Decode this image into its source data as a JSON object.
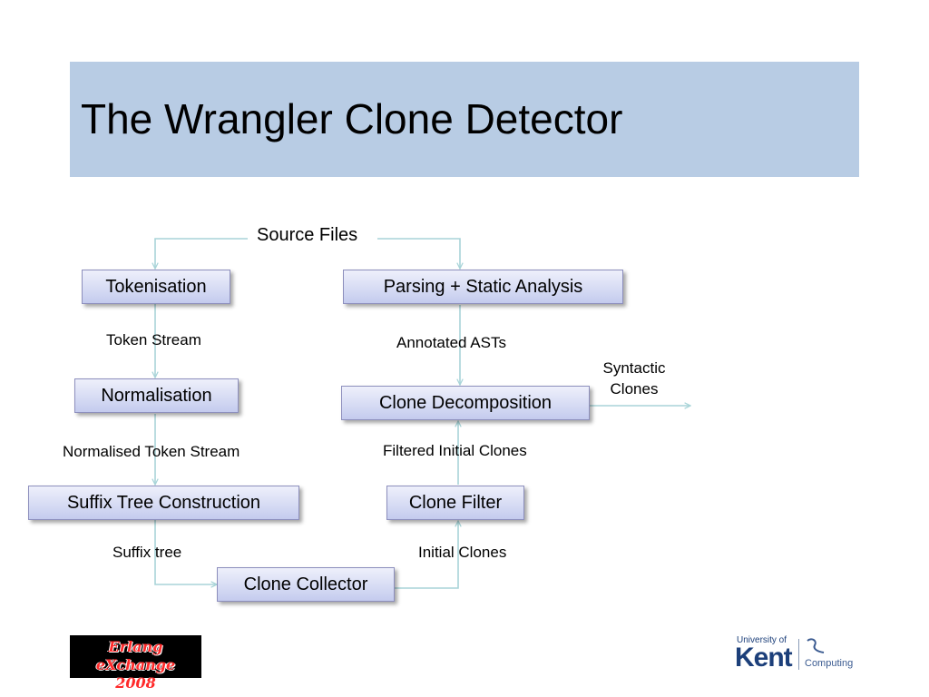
{
  "slide": {
    "title": "The Wrangler Clone Detector"
  },
  "diagram": {
    "source_label": "Source Files",
    "boxes": {
      "tokenisation": "Tokenisation",
      "parsing": "Parsing + Static Analysis",
      "normalisation": "Normalisation",
      "clone_decomposition": "Clone Decomposition",
      "suffix_tree": "Suffix Tree Construction",
      "clone_filter": "Clone Filter",
      "clone_collector": "Clone Collector"
    },
    "edge_labels": {
      "token_stream": "Token Stream",
      "annotated_asts": "Annotated ASTs",
      "normalised_token_stream": "Normalised Token Stream",
      "filtered_initial_clones": "Filtered Initial Clones",
      "suffix_tree": "Suffix tree",
      "initial_clones": "Initial Clones",
      "syntactic_clones_line1": "Syntactic",
      "syntactic_clones_line2": "Clones"
    },
    "colors": {
      "box_border": "#8d8fbd",
      "arrow": "#a8d4d8",
      "title_band": "#b8cce4"
    }
  },
  "logos": {
    "erlang_line1": "Erlang eXchange",
    "erlang_line2": "2008",
    "kent_university": "University of",
    "kent_name": "Kent",
    "kent_department": "Computing"
  }
}
